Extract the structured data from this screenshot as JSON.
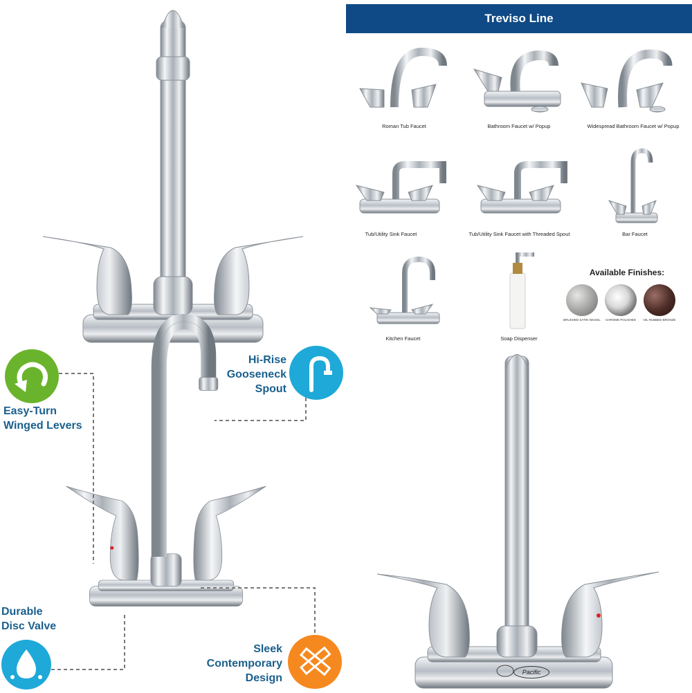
{
  "line": {
    "title": "Treviso Line",
    "products": [
      {
        "label": "Roman Tub Faucet",
        "icon": "roman-tub-faucet"
      },
      {
        "label": "Bathroom Faucet w/ Popup",
        "icon": "bathroom-faucet"
      },
      {
        "label": "Widespread Bathroom Faucet w/ Popup",
        "icon": "widespread-faucet"
      },
      {
        "label": "Tub/Utility Sink Faucet",
        "icon": "utility-faucet"
      },
      {
        "label": "Tub/Utility Sink Faucet with Threaded Spout",
        "icon": "utility-threaded-faucet"
      },
      {
        "label": "Bar Faucet",
        "icon": "bar-faucet"
      },
      {
        "label": "Kitchen Faucet",
        "icon": "kitchen-faucet"
      },
      {
        "label": "Soap Dispenser",
        "icon": "soap-dispenser"
      }
    ],
    "finishes": {
      "title": "Available Finishes:",
      "items": [
        {
          "label": "BRUSHED SATIN NICKEL",
          "color": "#9a9a98"
        },
        {
          "label": "CHROME POLISHED",
          "color": "#e8e8e8"
        },
        {
          "label": "OIL RUBBED BRONZE",
          "color": "#4a2a24"
        }
      ]
    }
  },
  "features": {
    "levers": {
      "line1": "Easy-Turn",
      "line2": "Winged Levers",
      "icon": "turn-arrow-icon",
      "color": "#6ab42d"
    },
    "spout": {
      "line1": "Hi-Rise",
      "line2": "Gooseneck",
      "line3": "Spout",
      "icon": "gooseneck-icon",
      "color": "#1ea9d8"
    },
    "valve": {
      "line1": "Durable",
      "line2": "Disc Valve",
      "icon": "water-drop-icon",
      "color": "#1ea9d8"
    },
    "design": {
      "line1": "Sleek",
      "line2": "Contemporary",
      "line3": "Design",
      "icon": "ruler-pencil-icon",
      "color": "#f5891f"
    }
  },
  "brand": {
    "logo": "Pacific"
  },
  "colors": {
    "header": "#0f4a86",
    "callout_text": "#1a5f8c",
    "chrome": "#d0d4d8"
  }
}
